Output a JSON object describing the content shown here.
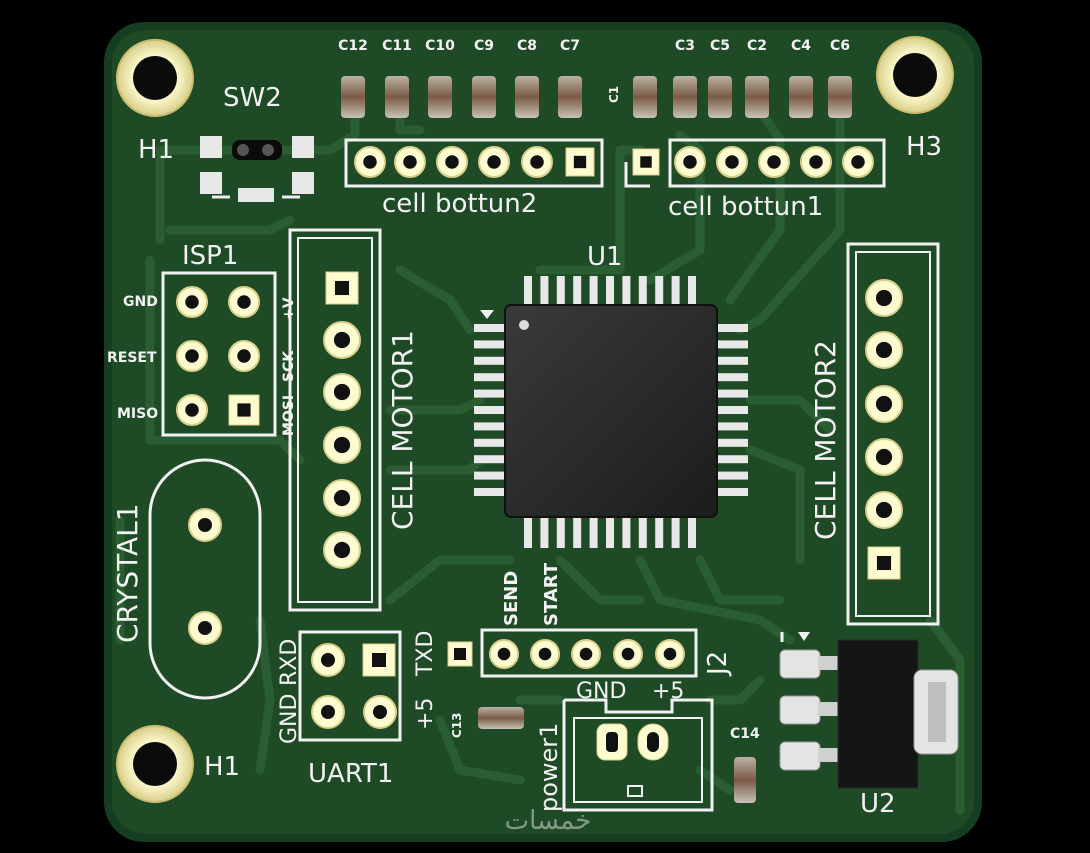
{
  "board": {
    "switch": "SW2",
    "isp": {
      "ref": "ISP1",
      "pins_left": [
        "GND",
        "RESET",
        "MISO"
      ],
      "pins_right": [
        "+V",
        "SCK",
        "MOSI"
      ]
    },
    "crystal": "CRYSTAL1",
    "motor_left": "CELL MOTOR1",
    "motor_right": "CELL MOTOR2",
    "mcu": "U1",
    "header_bottom1": "cell bottun1",
    "header_bottom2": "cell bottun2",
    "caps_top_left": [
      "C12",
      "C11",
      "C10",
      "C9",
      "C8",
      "C7"
    ],
    "caps_top_right": [
      "C3",
      "C5",
      "C2",
      "C4",
      "C6"
    ],
    "cap_c1": "C1",
    "j2": {
      "ref": "J2",
      "labels": [
        "SEND",
        "START"
      ]
    },
    "uart": {
      "ref": "UART1",
      "rxd": "RXD",
      "gnd": "GND",
      "txd": "TXD",
      "plus5": "+5"
    },
    "power": {
      "ref": "power1",
      "gnd": "GND",
      "plus5": "+5"
    },
    "c13": "C13",
    "c14": "C14",
    "regulator": "U2",
    "holes": {
      "top_left": "H1",
      "bottom_left": "H1",
      "top_right": "H3"
    },
    "watermark": "خمسات"
  }
}
